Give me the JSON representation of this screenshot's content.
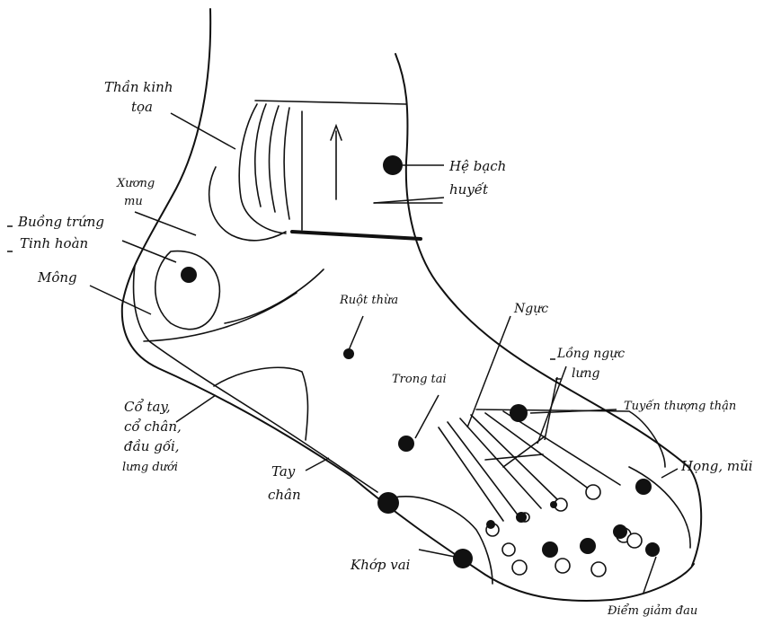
{
  "labels": {
    "than_kinh_toa_1": "Thần kinh",
    "than_kinh_toa_2": "tọa",
    "xuong_mu_1": "Xương",
    "xuong_mu_2": "mu",
    "buong_trung": "Buồng trứng",
    "tinh_hoan": "Tinh hoàn",
    "mong": "Mông",
    "he_bach_huyet_1": "Hệ bạch",
    "he_bach_huyet_2": "huyết",
    "ruot_thua": "Ruột thừa",
    "nguc": "Ngực",
    "long_nguc_lung_1": "Lồng ngực",
    "long_nguc_lung_2": "lưng",
    "trong_tai": "Trong tai",
    "tuyen_thuong_than": "Tuyến thượng thận",
    "co_tay_1": "Cổ tay,",
    "co_tay_2": "cổ chân,",
    "co_tay_3": "đầu gối,",
    "co_tay_4": "lưng dưới",
    "tay_chan_1": "Tay",
    "tay_chan_2": "chân",
    "hong_mui": "Họng, mũi",
    "khop_vai": "Khớp vai",
    "diem_giam_dau": "Điểm giảm đau"
  }
}
